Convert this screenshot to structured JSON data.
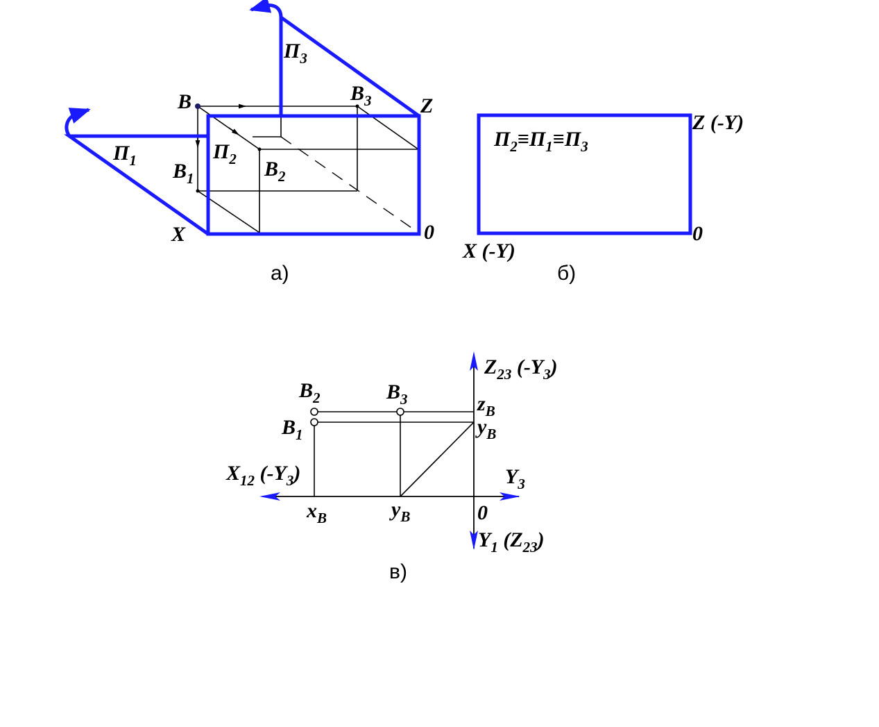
{
  "figure_a": {
    "caption": "а)",
    "label_B": "B",
    "label_B3": "B",
    "label_B3_sub": "3",
    "label_B1": "B",
    "label_B1_sub": "1",
    "label_B2": "B",
    "label_B2_sub": "2",
    "label_P1": "П",
    "label_P1_sub": "1",
    "label_P2": "П",
    "label_P2_sub": "2",
    "label_P3": "П",
    "label_P3_sub": "3",
    "label_X": "X",
    "label_Z": "Z",
    "label_O": "0"
  },
  "figure_b": {
    "caption": "б)",
    "label_planes": "П",
    "label_planes_sub1": "2",
    "label_planes_mid1": "≡П",
    "label_planes_sub2": "1",
    "label_planes_mid2": "≡П",
    "label_planes_sub3": "3",
    "label_Z": "Z (-Y)",
    "label_X": "X (-Y)",
    "label_O": "0"
  },
  "figure_c": {
    "caption": "в)",
    "label_B2": "B",
    "label_B2_sub": "2",
    "label_B3": "B",
    "label_B3_sub": "3",
    "label_B1": "B",
    "label_B1_sub": "1",
    "label_Z23": "Z",
    "label_Z23_sub": "23",
    "label_Z23_rest": " (-Y",
    "label_Z23_rest_sub": "3",
    "label_Z23_close": ")",
    "label_X12": "X",
    "label_X12_sub": "12",
    "label_X12_rest": " (-Y",
    "label_X12_rest_sub": "3",
    "label_X12_close": ")",
    "label_Y3": "Y",
    "label_Y3_sub": "3",
    "label_Y1": "Y",
    "label_Y1_sub": "1",
    "label_Y1_rest": " (Z",
    "label_Y1_rest_sub": "23",
    "label_Y1_close": ")",
    "label_zB": "z",
    "label_zB_sub": "B",
    "label_yB_right": "y",
    "label_yB_right_sub": "B",
    "label_xB": "x",
    "label_xB_sub": "B",
    "label_yB_bottom": "y",
    "label_yB_bottom_sub": "B",
    "label_O": "0"
  },
  "colors": {
    "plane_edges": "#1a1aff",
    "construction_lines": "#000000"
  }
}
